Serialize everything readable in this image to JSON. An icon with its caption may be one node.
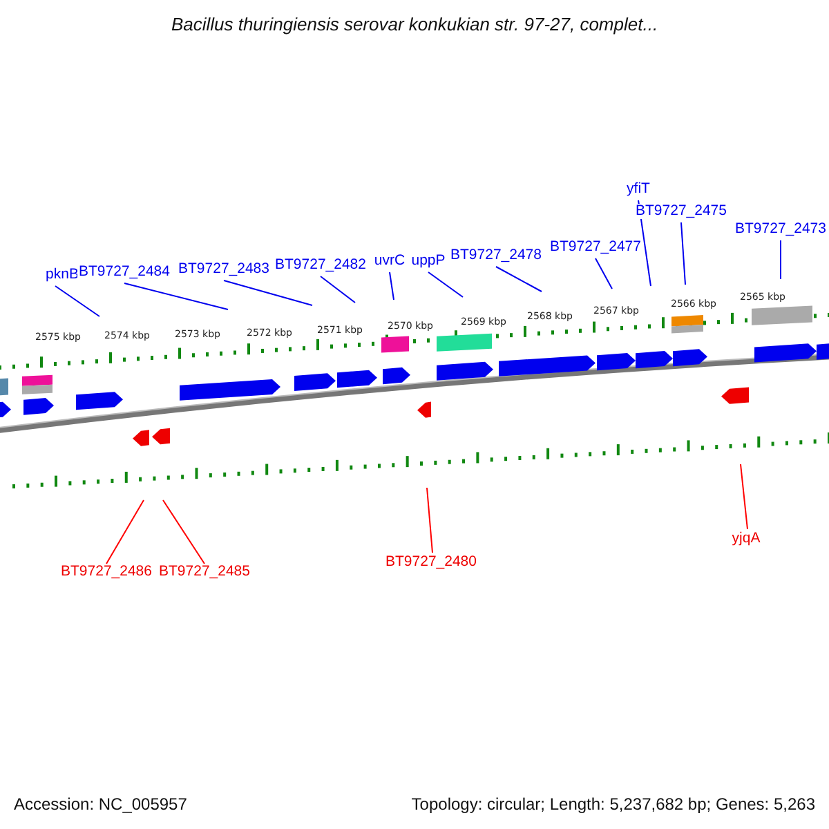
{
  "diagram": {
    "title": "Bacillus thuringiensis serovar konkukian str. 97-27, complet...",
    "nodes": [
      {
        "text": [
          "pknB"
        ]
      },
      {
        "text": [
          "BT9727_2484"
        ]
      },
      {
        "text": [
          "BT9727_2483"
        ]
      },
      {
        "text": [
          "BT9727_2482"
        ]
      },
      {
        "text": [
          "uvrC"
        ]
      },
      {
        "text": [
          "uppP"
        ]
      },
      {
        "text": [
          "BT9727_2478"
        ]
      },
      {
        "text": [
          "BT9727_2477"
        ]
      },
      {
        "text": [
          "yfiT"
        ]
      },
      {
        "text": [
          "BT9727_2475"
        ]
      },
      {
        "text": [
          "BT9727_2473"
        ]
      },
      {
        "text": [
          "BT9727_2486"
        ]
      },
      {
        "text": [
          "BT9727_2485"
        ]
      },
      {
        "text": [
          "BT9727_2480"
        ]
      },
      {
        "text": [
          "yjqA"
        ]
      }
    ],
    "edges": [
      {
        "from": 0,
        "to": null,
        "arrow": "none"
      },
      {
        "from": 1,
        "to": null,
        "arrow": "none"
      },
      {
        "from": 2,
        "to": null,
        "arrow": "none"
      },
      {
        "from": 3,
        "to": null,
        "arrow": "none"
      },
      {
        "from": 4,
        "to": null,
        "arrow": "none"
      },
      {
        "from": 5,
        "to": null,
        "arrow": "none"
      },
      {
        "from": 6,
        "to": null,
        "arrow": "none"
      },
      {
        "from": 7,
        "to": null,
        "arrow": "none"
      },
      {
        "from": 8,
        "to": null,
        "arrow": "none"
      },
      {
        "from": 9,
        "to": null,
        "arrow": "none"
      },
      {
        "from": 10,
        "to": null,
        "arrow": "none"
      },
      {
        "from": 11,
        "to": null,
        "arrow": "none",
        "color": "#ff0000"
      },
      {
        "from": 12,
        "to": null,
        "arrow": "none",
        "color": "#ff0000"
      },
      {
        "from": 13,
        "to": null,
        "arrow": "none",
        "color": "#ff0000"
      },
      {
        "from": 14,
        "to": null,
        "arrow": "none",
        "color": "#ff0000"
      }
    ],
    "labels": [
      "2575 kbp",
      "2574 kbp",
      "2573 kbp",
      "2572 kbp",
      "2571 kbp",
      "2570 kbp",
      "2569 kbp",
      "2568 kbp",
      "2567 kbp",
      "2566 kbp",
      "2565 kbp",
      "Accession: NC_005957",
      "Topology: circular; Length: 5,237,682 bp; Genes: 5,263"
    ]
  }
}
